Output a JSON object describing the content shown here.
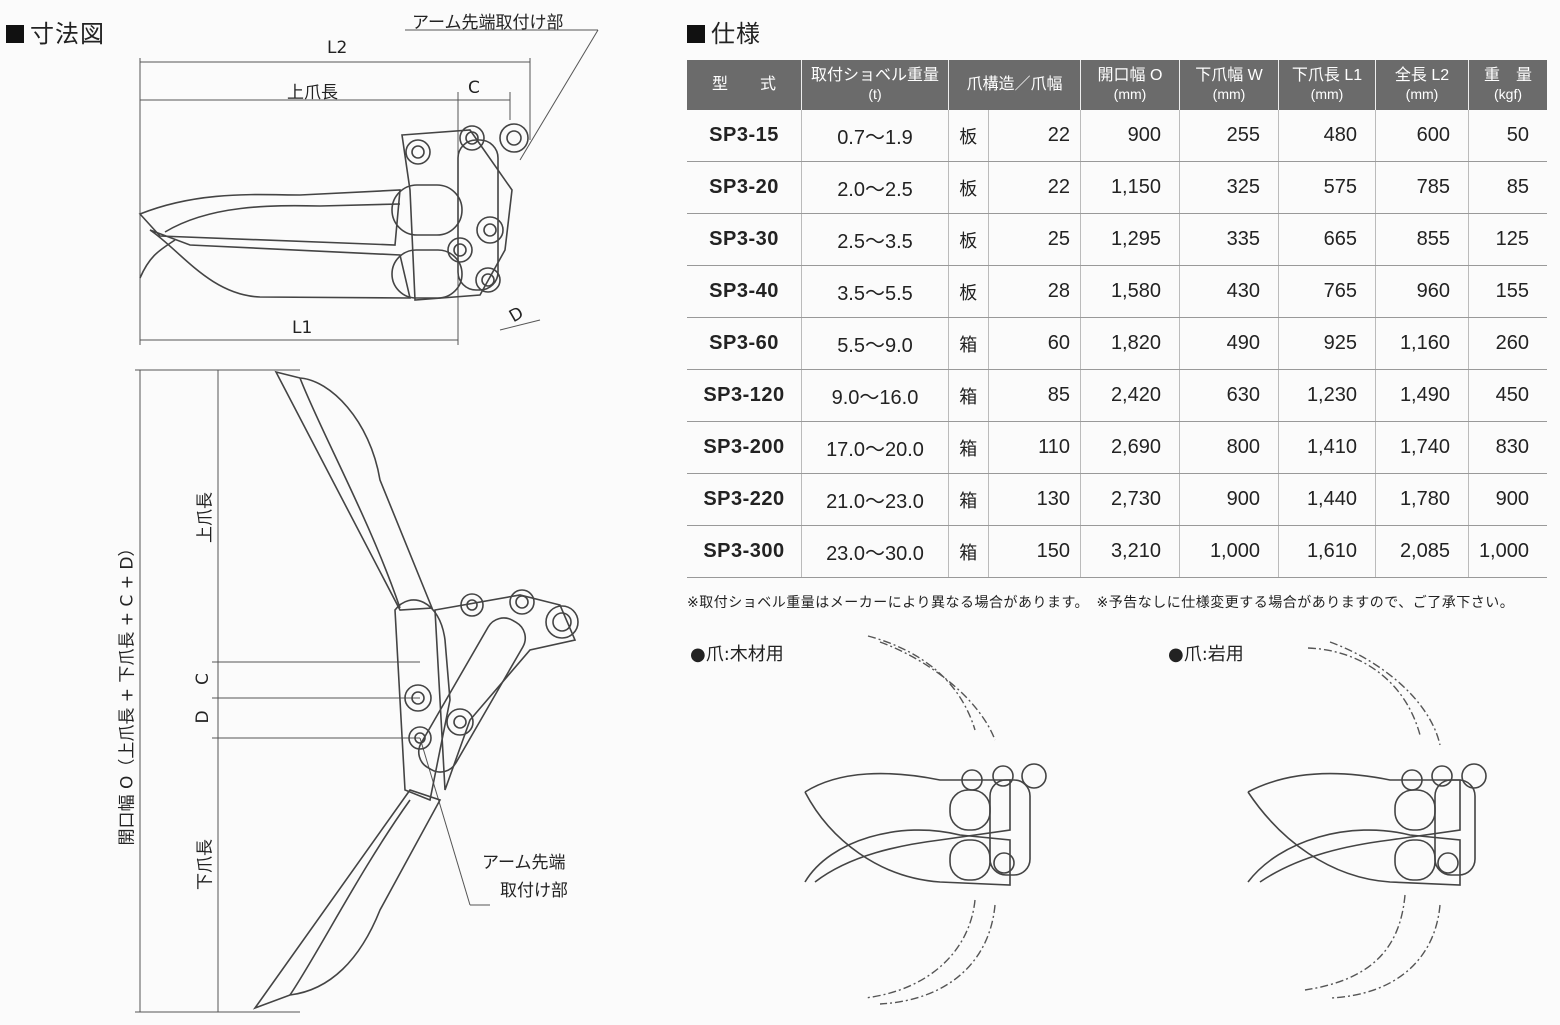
{
  "left_title": "寸法図",
  "right_title": "仕様",
  "top_diagram": {
    "arm_label": "アーム先端取付け部",
    "l2": "L2",
    "upper_len": "上爪長",
    "c": "C",
    "l1": "L1",
    "d": "D"
  },
  "open_diagram": {
    "open_width": "開口幅 O（上爪長 + 下爪長 + C + D）",
    "upper_len": "上爪長",
    "c": "C",
    "d": "D",
    "lower_len": "下爪長",
    "arm_label_1": "アーム先端",
    "arm_label_2": "取付け部"
  },
  "table": {
    "headers": [
      {
        "label": "型　　式",
        "unit": ""
      },
      {
        "label": "取付ショベル重量",
        "unit": "(t)"
      },
      {
        "label": "爪構造／爪幅",
        "unit": ""
      },
      {
        "label": "開口幅 O",
        "unit": "(mm)"
      },
      {
        "label": "下爪幅 W",
        "unit": "(mm)"
      },
      {
        "label": "下爪長 L1",
        "unit": "(mm)"
      },
      {
        "label": "全長 L2",
        "unit": "(mm)"
      },
      {
        "label": "重　量",
        "unit": "(kgf)"
      }
    ],
    "rows": [
      {
        "model": "SP3-15",
        "weight": "0.7～1.9",
        "struct": "板",
        "claw_w": "22",
        "open": "900",
        "w": "255",
        "l1": "480",
        "l2": "600",
        "kgf": "50"
      },
      {
        "model": "SP3-20",
        "weight": "2.0～2.5",
        "struct": "板",
        "claw_w": "22",
        "open": "1,150",
        "w": "325",
        "l1": "575",
        "l2": "785",
        "kgf": "85"
      },
      {
        "model": "SP3-30",
        "weight": "2.5～3.5",
        "struct": "板",
        "claw_w": "25",
        "open": "1,295",
        "w": "335",
        "l1": "665",
        "l2": "855",
        "kgf": "125"
      },
      {
        "model": "SP3-40",
        "weight": "3.5～5.5",
        "struct": "板",
        "claw_w": "28",
        "open": "1,580",
        "w": "430",
        "l1": "765",
        "l2": "960",
        "kgf": "155"
      },
      {
        "model": "SP3-60",
        "weight": "5.5～9.0",
        "struct": "箱",
        "claw_w": "60",
        "open": "1,820",
        "w": "490",
        "l1": "925",
        "l2": "1,160",
        "kgf": "260"
      },
      {
        "model": "SP3-120",
        "weight": "9.0～16.0",
        "struct": "箱",
        "claw_w": "85",
        "open": "2,420",
        "w": "630",
        "l1": "1,230",
        "l2": "1,490",
        "kgf": "450"
      },
      {
        "model": "SP3-200",
        "weight": "17.0～20.0",
        "struct": "箱",
        "claw_w": "110",
        "open": "2,690",
        "w": "800",
        "l1": "1,410",
        "l2": "1,740",
        "kgf": "830"
      },
      {
        "model": "SP3-220",
        "weight": "21.0～23.0",
        "struct": "箱",
        "claw_w": "130",
        "open": "2,730",
        "w": "900",
        "l1": "1,440",
        "l2": "1,780",
        "kgf": "900"
      },
      {
        "model": "SP3-300",
        "weight": "23.0～30.0",
        "struct": "箱",
        "claw_w": "150",
        "open": "3,210",
        "w": "1,000",
        "l1": "1,610",
        "l2": "2,085",
        "kgf": "1,000"
      }
    ]
  },
  "note": "※取付ショベル重量はメーカーにより異なる場合があります。　※予告なしに仕様変更する場合がありますので、ご了承下さい。",
  "claw_wood": "●爪:木材用",
  "claw_rock": "●爪:岩用"
}
